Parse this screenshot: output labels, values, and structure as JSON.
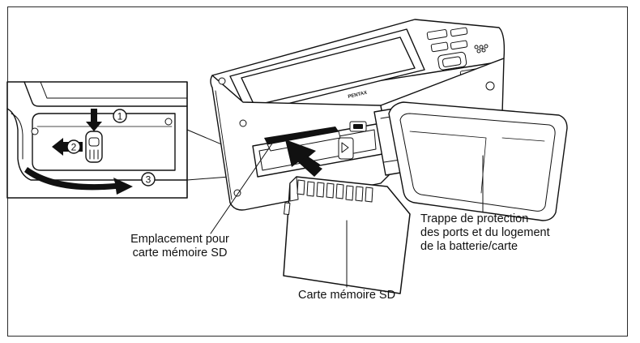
{
  "captions": {
    "slot": [
      "Emplacement pour",
      "carte mémoire SD"
    ],
    "cover": [
      "Trappe de protection",
      "des ports et du logement",
      "de la batterie/carte"
    ],
    "card": [
      "Carte mémoire SD"
    ]
  },
  "brand": "PENTAX",
  "steps": [
    "1",
    "2",
    "3"
  ],
  "colors": {
    "line": "#111111",
    "fill": "#ffffff",
    "frame": "#2a2a2a"
  }
}
